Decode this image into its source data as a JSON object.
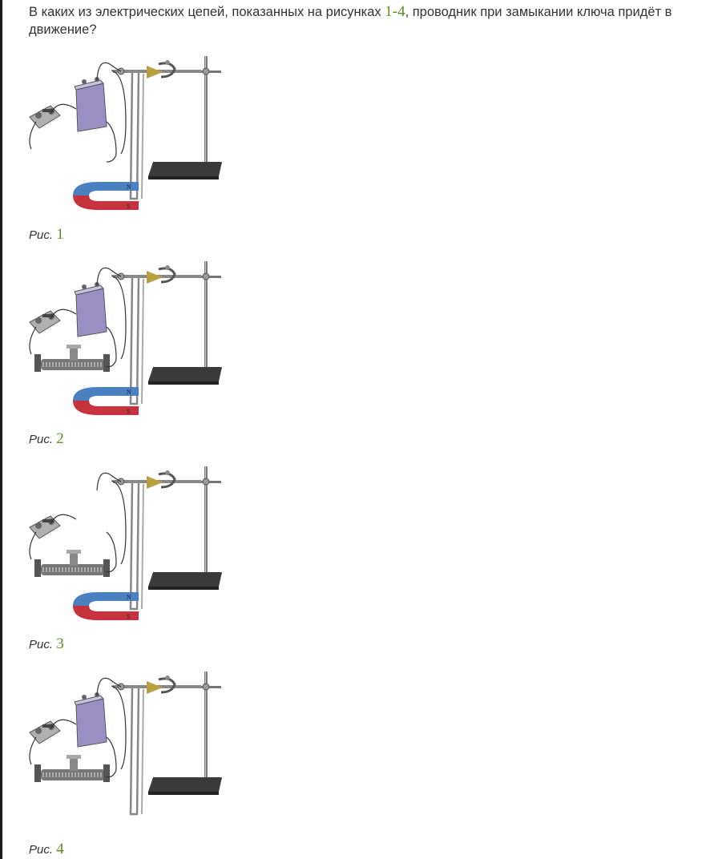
{
  "question": {
    "text_before": "В каких из электрических цепей, показанных на рисунках ",
    "range": "1-4",
    "text_after": ", проводник при замыкании ключа придёт в движение?"
  },
  "figures": [
    {
      "caption_prefix": "Рис. ",
      "number": "1",
      "has_battery": true,
      "has_rheostat": false,
      "has_magnet": true
    },
    {
      "caption_prefix": "Рис. ",
      "number": "2",
      "has_battery": true,
      "has_rheostat": true,
      "has_magnet": true
    },
    {
      "caption_prefix": "Рис. ",
      "number": "3",
      "has_battery": false,
      "has_rheostat": true,
      "has_magnet": true
    },
    {
      "caption_prefix": "Рис. ",
      "number": "4",
      "has_battery": true,
      "has_rheostat": true,
      "has_magnet": false
    }
  ],
  "magnet": {
    "north_label": "N",
    "south_label": "S",
    "north_color": "#4a7fc1",
    "south_color": "#c8323c"
  }
}
